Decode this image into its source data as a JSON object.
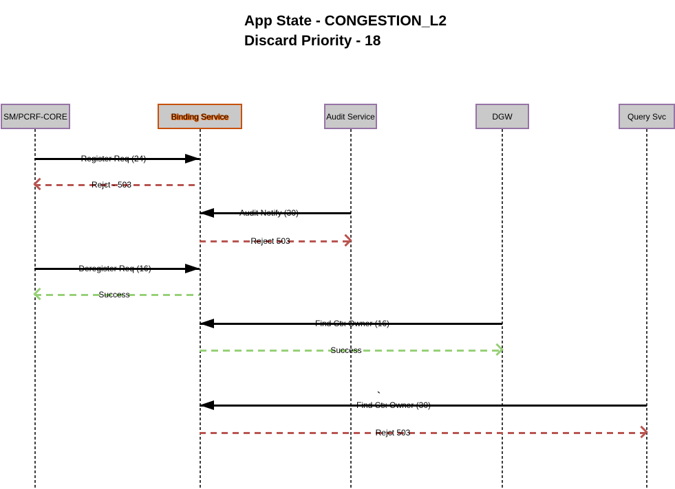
{
  "title": {
    "line1": "App State - CONGESTION_L2",
    "line2": "Discard Priority - 18"
  },
  "actors": [
    {
      "id": "sm-pcrf-core",
      "label": "SM/PCRF-CORE",
      "highlight": false
    },
    {
      "id": "binding-service",
      "label": "Binding Service",
      "highlight": true
    },
    {
      "id": "audit-service",
      "label": "Audit Service",
      "highlight": false
    },
    {
      "id": "dgw",
      "label": "DGW",
      "highlight": false
    },
    {
      "id": "query-svc",
      "label": "Query Svc",
      "highlight": false
    }
  ],
  "messages": [
    {
      "from": "SM/PCRF-CORE",
      "to": "Binding Service",
      "label": "Register Req (24)",
      "type": "solid-black"
    },
    {
      "from": "Binding Service",
      "to": "SM/PCRF-CORE",
      "label": "Rejct - 503",
      "type": "dashed-red"
    },
    {
      "from": "Audit Service",
      "to": "Binding Service",
      "label": "Audit Notify (30)",
      "type": "solid-black"
    },
    {
      "from": "Binding Service",
      "to": "Audit Service",
      "label": "Reject 503",
      "type": "dashed-red"
    },
    {
      "from": "SM/PCRF-CORE",
      "to": "Binding Service",
      "label": "Deregister Req (16)",
      "type": "solid-black"
    },
    {
      "from": "Binding Service",
      "to": "SM/PCRF-CORE",
      "label": "Success",
      "type": "dashed-green"
    },
    {
      "from": "DGW",
      "to": "Binding Service",
      "label": "Find Ctx Owner (16)",
      "type": "solid-black"
    },
    {
      "from": "Binding Service",
      "to": "DGW",
      "label": "Success",
      "type": "dashed-green"
    },
    {
      "from": "Query Svc",
      "to": "Binding Service",
      "label": "Find Ctx Owner (30)",
      "type": "solid-black"
    },
    {
      "from": "Binding Service",
      "to": "Query Svc",
      "label": "Rejct 503",
      "type": "dashed-red"
    }
  ],
  "annotations": [
    {
      "text": "`"
    }
  ],
  "colors": {
    "solid": "#000000",
    "reject": "#B85450",
    "success": "#97D077",
    "actor_fill": "#C9C9C9",
    "actor_border": "#9673A6",
    "highlight_border": "#C8500A",
    "highlight_text": "#E8650D"
  }
}
